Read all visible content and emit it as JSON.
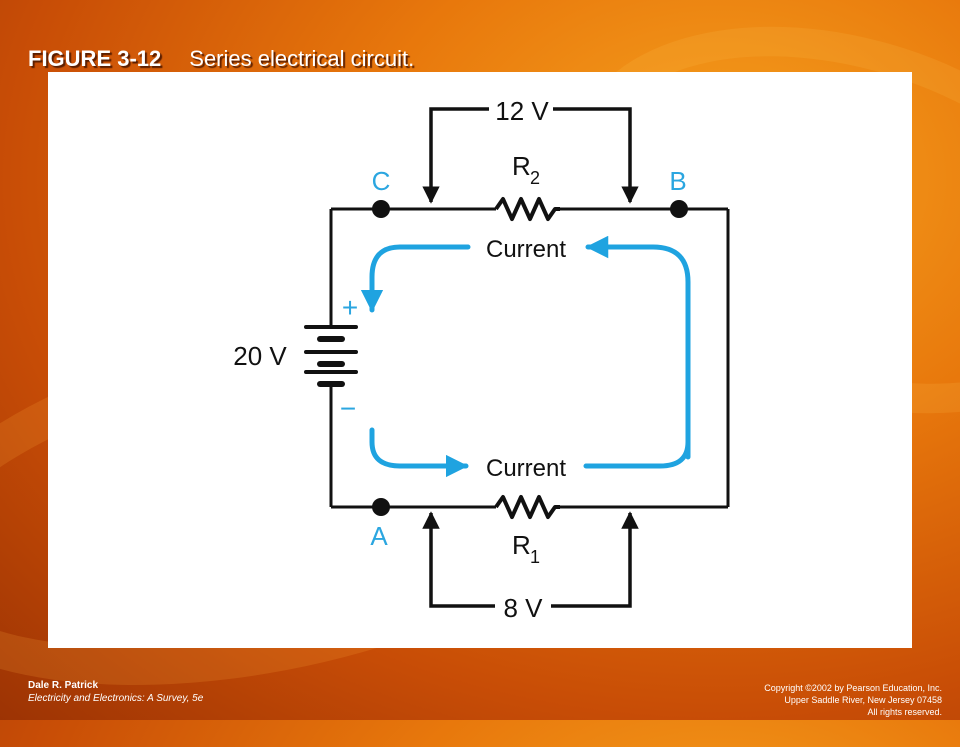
{
  "slide": {
    "figure_number": "FIGURE 3-12",
    "figure_caption": "Series electrical circuit."
  },
  "diagram": {
    "voltage_top": "12 V",
    "voltage_bottom": "8 V",
    "voltage_source": "20 V",
    "resistor_top": "R",
    "resistor_top_sub": "2",
    "resistor_bottom": "R",
    "resistor_bottom_sub": "1",
    "node_a": "A",
    "node_b": "B",
    "node_c": "C",
    "current_top": "Current",
    "current_bottom": "Current",
    "plus_sign": "+",
    "minus_sign": "−",
    "colors": {
      "current_arrow": "#1fa3e0",
      "wire": "#111111",
      "node_label": "#2ba6e0"
    }
  },
  "footer": {
    "author": "Dale R. Patrick",
    "book": "Electricity and Electronics: A Survey, 5e",
    "copyright_line1": "Copyright ©2002 by Pearson Education, Inc.",
    "copyright_line2": "Upper Saddle River, New Jersey 07458",
    "copyright_line3": "All rights reserved."
  }
}
